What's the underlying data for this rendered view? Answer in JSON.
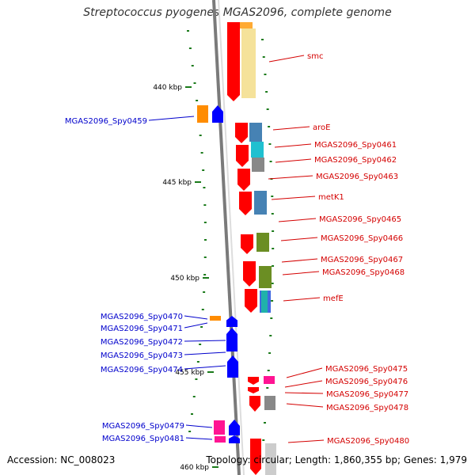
{
  "title": "Streptococcus pyogenes MGAS2096, complete genome",
  "footer": {
    "accession": "Accession: NC_008023",
    "topology": "Topology: circular; Length: 1,860,355 bp; Genes: 1,979"
  },
  "colors": {
    "forward_label": "#d40000",
    "reverse_label": "#0000cc",
    "tick": "#1a7a1a",
    "backbone": "#7a7a7a"
  },
  "ticks": [
    "440 kbp",
    "445 kbp",
    "450 kbp",
    "455 kbp",
    "460 kbp"
  ],
  "genes_right": [
    "smc",
    "aroE",
    "MGAS2096_Spy0461",
    "MGAS2096_Spy0462",
    "MGAS2096_Spy0463",
    "metK1",
    "MGAS2096_Spy0465",
    "MGAS2096_Spy0466",
    "MGAS2096_Spy0467",
    "MGAS2096_Spy0468",
    "mefE",
    "MGAS2096_Spy0475",
    "MGAS2096_Spy0476",
    "MGAS2096_Spy0477",
    "MGAS2096_Spy0478",
    "MGAS2096_Spy0480"
  ],
  "genes_left": [
    "MGAS2096_Spy0459",
    "MGAS2096_Spy0470",
    "MGAS2096_Spy0471",
    "MGAS2096_Spy0472",
    "MGAS2096_Spy0473",
    "MGAS2096_Spy0474",
    "MGAS2096_Spy0479",
    "MGAS2096_Spy0481"
  ]
}
